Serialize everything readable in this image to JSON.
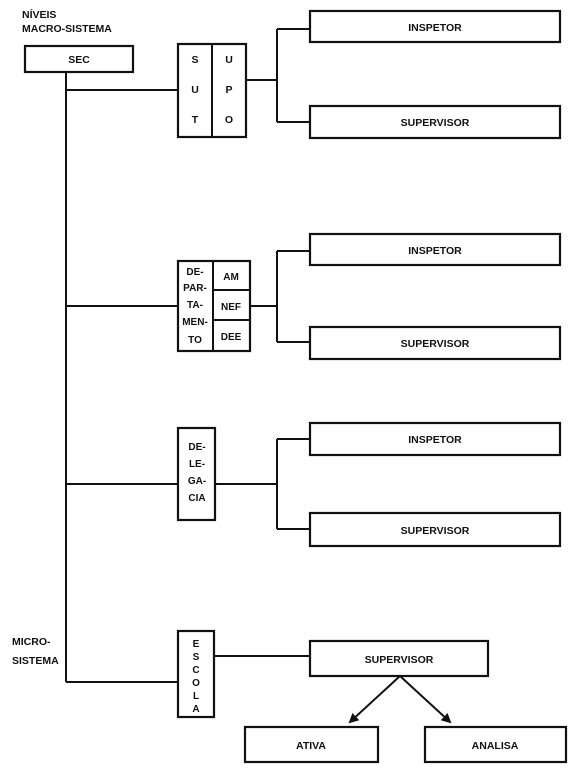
{
  "labels": {
    "niveis": "NÍVEIS",
    "macro": "MACRO-SISTEMA",
    "micro_line1": "MICRO-",
    "micro_line2": "SISTEMA"
  },
  "nodes": {
    "sec": "SEC",
    "sut": [
      "S",
      "U",
      "T"
    ],
    "upo": [
      "U",
      "P",
      "O"
    ],
    "departamento": [
      "DE-",
      "PAR-",
      "TA-",
      "MEN-",
      "TO"
    ],
    "am": "AM",
    "nef": "NEF",
    "dee": "DEE",
    "delegacia": [
      "DE-",
      "LE-",
      "GA-",
      "CIA"
    ],
    "escola": [
      "E",
      "S",
      "C",
      "O",
      "L",
      "A"
    ],
    "inspetor": "INSPETOR",
    "supervisor": "SUPERVISOR",
    "ativa": "ATIVA",
    "analisa": "ANALISA"
  },
  "colors": {
    "ink": "#111111",
    "paper": "#ffffff"
  }
}
